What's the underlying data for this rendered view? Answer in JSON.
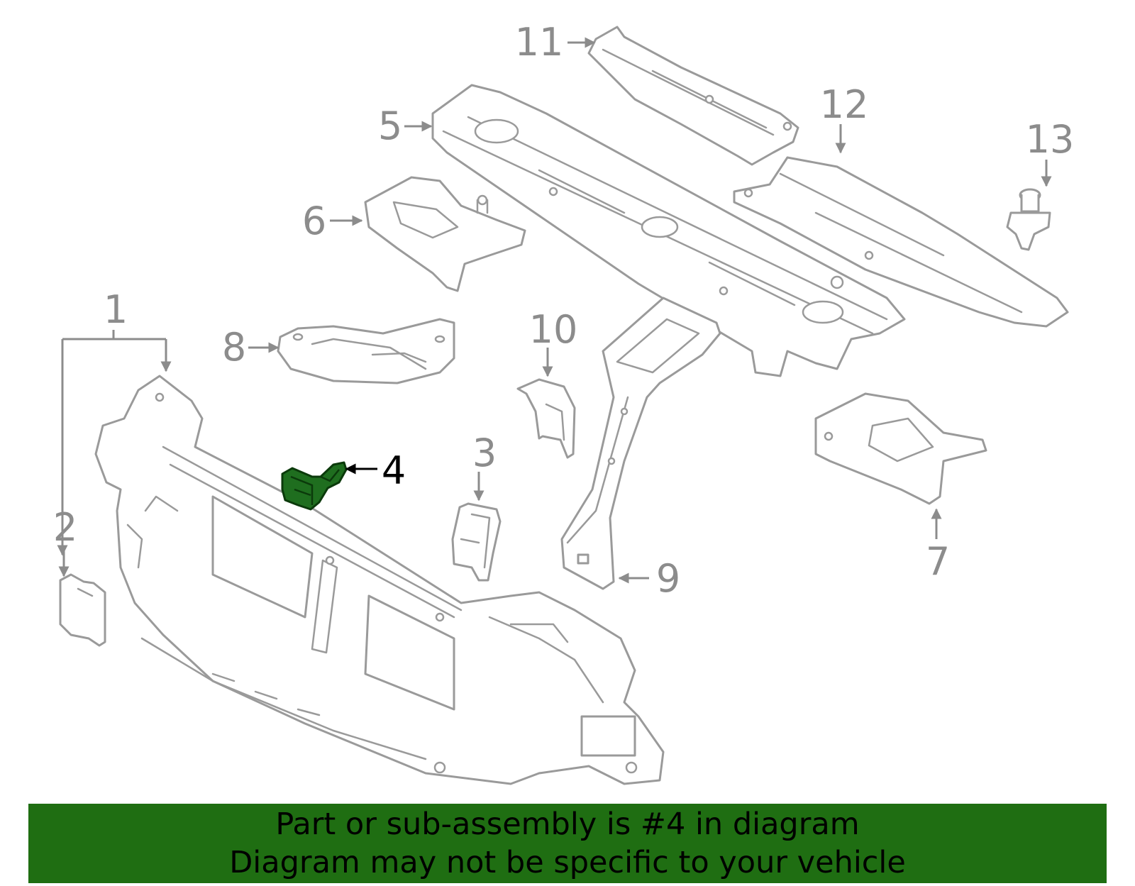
{
  "banner": {
    "line1": "Part or sub-assembly is #4 in diagram",
    "line2": "Diagram may not be specific to your vehicle",
    "background": "#1f6e12"
  },
  "highlight_color": "#1f6e1f",
  "callouts": {
    "c1": "1",
    "c2": "2",
    "c3": "3",
    "c4": "4",
    "c5": "5",
    "c6": "6",
    "c7": "7",
    "c8": "8",
    "c9": "9",
    "c10": "10",
    "c11": "11",
    "c12": "12",
    "c13": "13"
  },
  "highlighted_part": "4"
}
